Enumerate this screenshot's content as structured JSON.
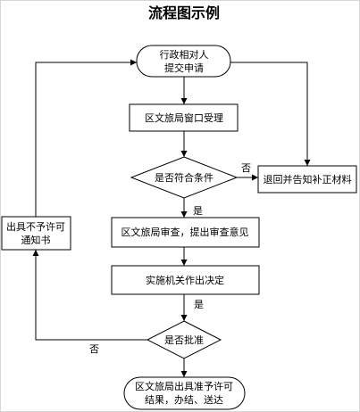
{
  "title": "流程图示例",
  "nodes": {
    "start": [
      "行政相对人",
      "提交申请"
    ],
    "accept": [
      "区文旅局窗口受理"
    ],
    "check": [
      "是否符合条件"
    ],
    "return": [
      "退回并告知补正材料"
    ],
    "review": [
      "区文旅局审查，提出审查意见"
    ],
    "decide": [
      "实施机关作出决定"
    ],
    "approve": [
      "是否批准"
    ],
    "deny": [
      "出具不予许可",
      "通知书"
    ],
    "end": [
      "区文旅局出具准予许可",
      "结果，办结、送达"
    ]
  },
  "edge_labels": {
    "check_no": "否",
    "check_yes": "是",
    "decide_yes": "是",
    "approve_no": "否"
  }
}
